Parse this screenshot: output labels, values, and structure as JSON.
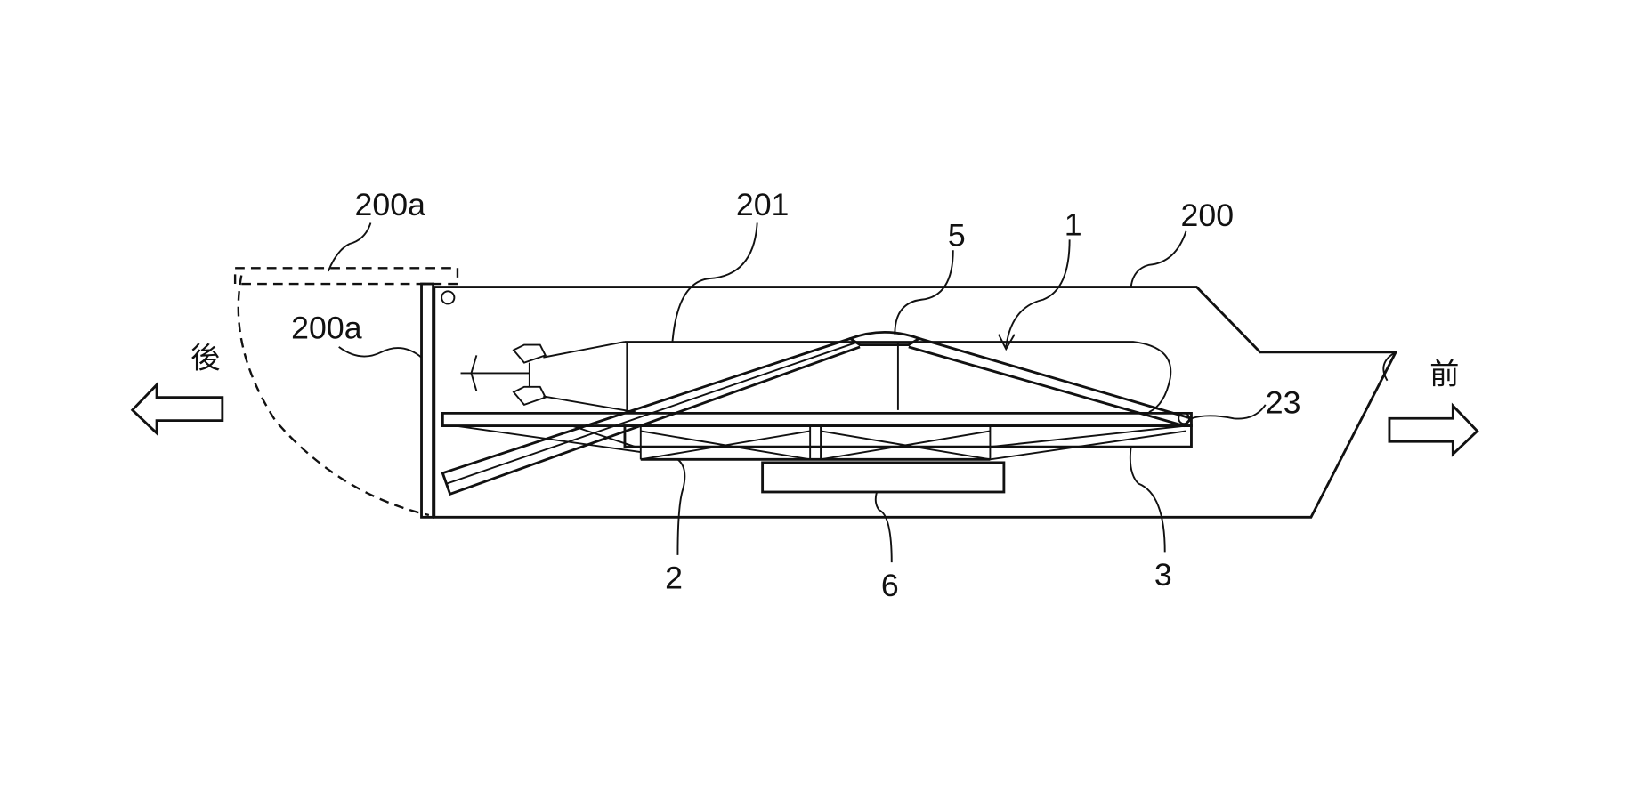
{
  "figure": {
    "labels": {
      "hatch_open": "200a",
      "frame": "201",
      "arm": "5",
      "device": "1",
      "hull": "200",
      "hatch_closed": "200a",
      "pivot": "23",
      "front_frame": "2",
      "base": "6",
      "rear_frame": "3"
    },
    "directions": {
      "rear": "後",
      "front": "前"
    }
  }
}
